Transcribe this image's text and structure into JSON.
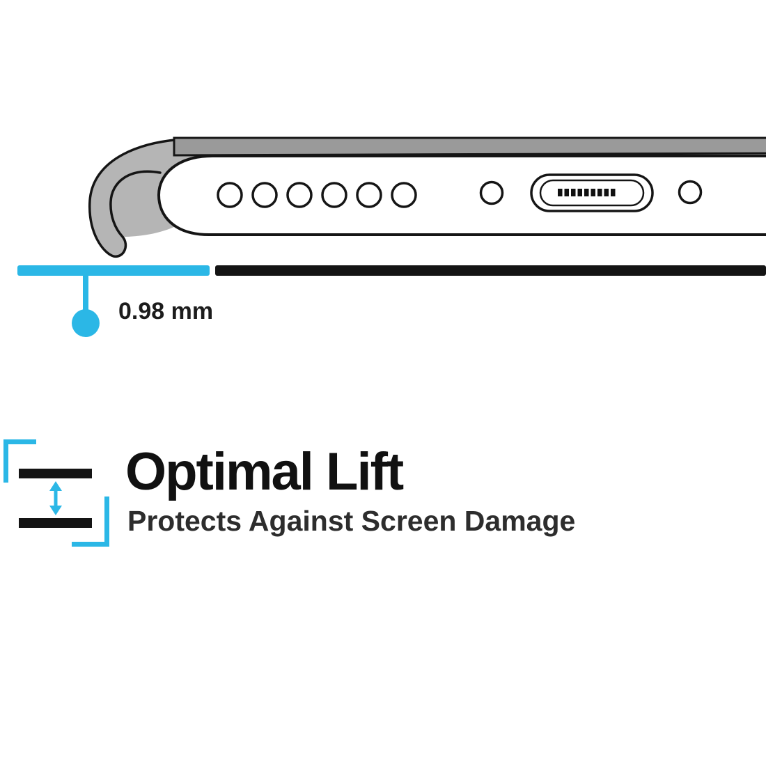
{
  "diagram": {
    "measurement": {
      "label": "0.98 mm"
    },
    "colors": {
      "accent_cyan": "#2bb7e6",
      "case_gray": "#b5b5b5",
      "strip_gray": "#9a9a9a",
      "outline_black": "#151515",
      "bar_black": "#141414",
      "pin_black": "#111111",
      "white": "#ffffff"
    },
    "icons": {
      "phone_illustration": "phone-bottom-edge-in-protective-case",
      "lift_gap_icon": "double-arrow-between-two-surfaces",
      "speaker_holes_count": "6"
    }
  },
  "feature": {
    "title": "Optimal Lift",
    "subtitle": "Protects Against Screen Damage"
  }
}
